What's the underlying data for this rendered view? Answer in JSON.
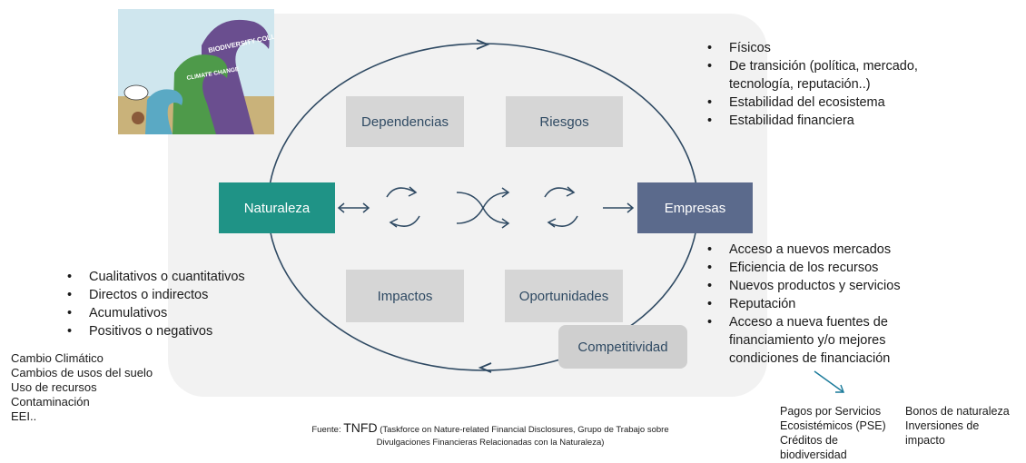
{
  "cartoon": {
    "label_top": "BIODIVERSITY COLLAPSE",
    "label_mid": "CLIMATE CHANGE"
  },
  "nodes": {
    "naturaleza": "Naturaleza",
    "empresas": "Empresas",
    "dependencias": "Dependencias",
    "riesgos": "Riesgos",
    "impactos": "Impactos",
    "oportunidades": "Oportunidades",
    "competitividad": "Competitividad"
  },
  "riesgos_list": [
    "Físicos",
    "De transición (política, mercado, tecnología, reputación..)",
    "Estabilidad del ecosistema",
    "Estabilidad financiera"
  ],
  "oportunidades_list": [
    "Acceso a nuevos mercados",
    "Eficiencia de los recursos",
    "Nuevos productos y servicios",
    "Reputación",
    "Acceso a nueva fuentes de financiamiento y/o mejores condiciones de financiación"
  ],
  "impactos_list": [
    "Cualitativos o cuantitativos",
    "Directos o indirectos",
    "Acumulativos",
    "Positivos o negativos"
  ],
  "drivers": [
    "Cambio Climático",
    "Cambios de usos del suelo",
    "Uso de recursos",
    "Contaminación",
    "EEI.."
  ],
  "financing_col1": [
    "Pagos por Servicios",
    "Ecosistémicos (PSE)",
    "Créditos de",
    "biodiversidad"
  ],
  "financing_col2": [
    "Bonos de naturaleza",
    "Inversiones de",
    "impacto"
  ],
  "source": {
    "prefix": "Fuente: ",
    "name": "TNFD",
    "line1": " (Taskforce on Nature-related Financial Disclosures, Grupo de Trabajo sobre",
    "line2": "Divulgaciones Financieras Relacionadas con la Naturaleza)"
  },
  "colors": {
    "naturaleza": "#1f9386",
    "empresas": "#5b6a8c",
    "box_grey": "#d6d6d6",
    "panel": "#f2f2f2",
    "line": "#2f4a63"
  }
}
